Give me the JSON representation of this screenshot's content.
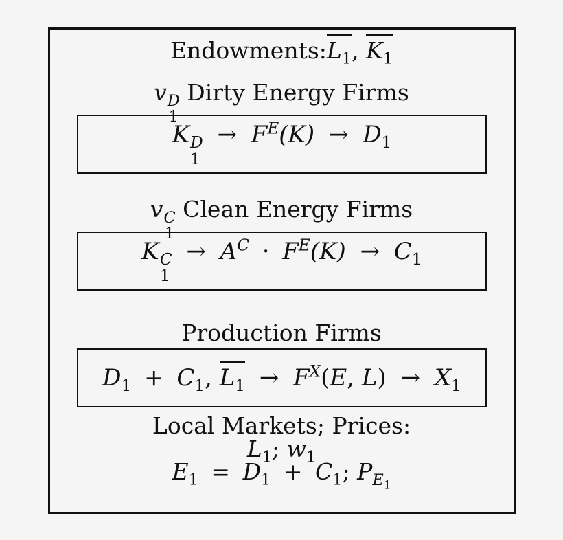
{
  "diagram": {
    "title": "Endowments:",
    "endowments": [
      {
        "symbol": "L",
        "subscript": "1",
        "overline": true
      },
      {
        "symbol": "K",
        "subscript": "1",
        "overline": true
      }
    ],
    "sections": [
      {
        "label_var": "v",
        "label_sup": "D",
        "label_sub": "1",
        "label_text": "Dirty Energy Firms",
        "box_formula": "K_1^D → F^E(K) → D_1",
        "parts": {
          "k": "K",
          "k_sup": "D",
          "k_sub": "1",
          "arrow": "→",
          "f": "F",
          "f_sup": "E",
          "f_arg": "(K)",
          "out": "D",
          "out_sub": "1"
        }
      },
      {
        "label_var": "v",
        "label_sup": "C",
        "label_sub": "1",
        "label_text": "Clean Energy Firms",
        "box_formula": "K_1^C → A^C · F^E(K) → C_1",
        "parts": {
          "k": "K",
          "k_sup": "C",
          "k_sub": "1",
          "arrow": "→",
          "a": "A",
          "a_sup": "C",
          "dot": "·",
          "f": "F",
          "f_sup": "E",
          "f_arg": "(K)",
          "out": "C",
          "out_sub": "1"
        }
      },
      {
        "label_text": "Production Firms",
        "box_formula": "D_1 + C_1, overline(L_1) → F^X(E, L) → X_1",
        "parts": {
          "d": "D",
          "d_sub": "1",
          "plus": "+",
          "c": "C",
          "c_sub": "1",
          "comma": ",",
          "l": "L",
          "l_sub": "1",
          "arrow": "→",
          "f": "F",
          "f_sup": "X",
          "f_arg_open": "(",
          "e": "E",
          "sep": ", ",
          "l2": "L",
          "f_arg_close": ")",
          "out": "X",
          "out_sub": "1"
        }
      }
    ],
    "markets": {
      "title": "Local Markets; Prices:",
      "line1": {
        "l": "L",
        "l_sub": "1",
        "semi": ";",
        "w": "w",
        "w_sub": "1"
      },
      "line2": {
        "e": "E",
        "e_sub": "1",
        "eq": "=",
        "d": "D",
        "d_sub": "1",
        "plus": "+",
        "c": "C",
        "c_sub": "1",
        "semi": ";",
        "p": "P",
        "p_sub": "E",
        "p_subsub": "1"
      }
    }
  }
}
